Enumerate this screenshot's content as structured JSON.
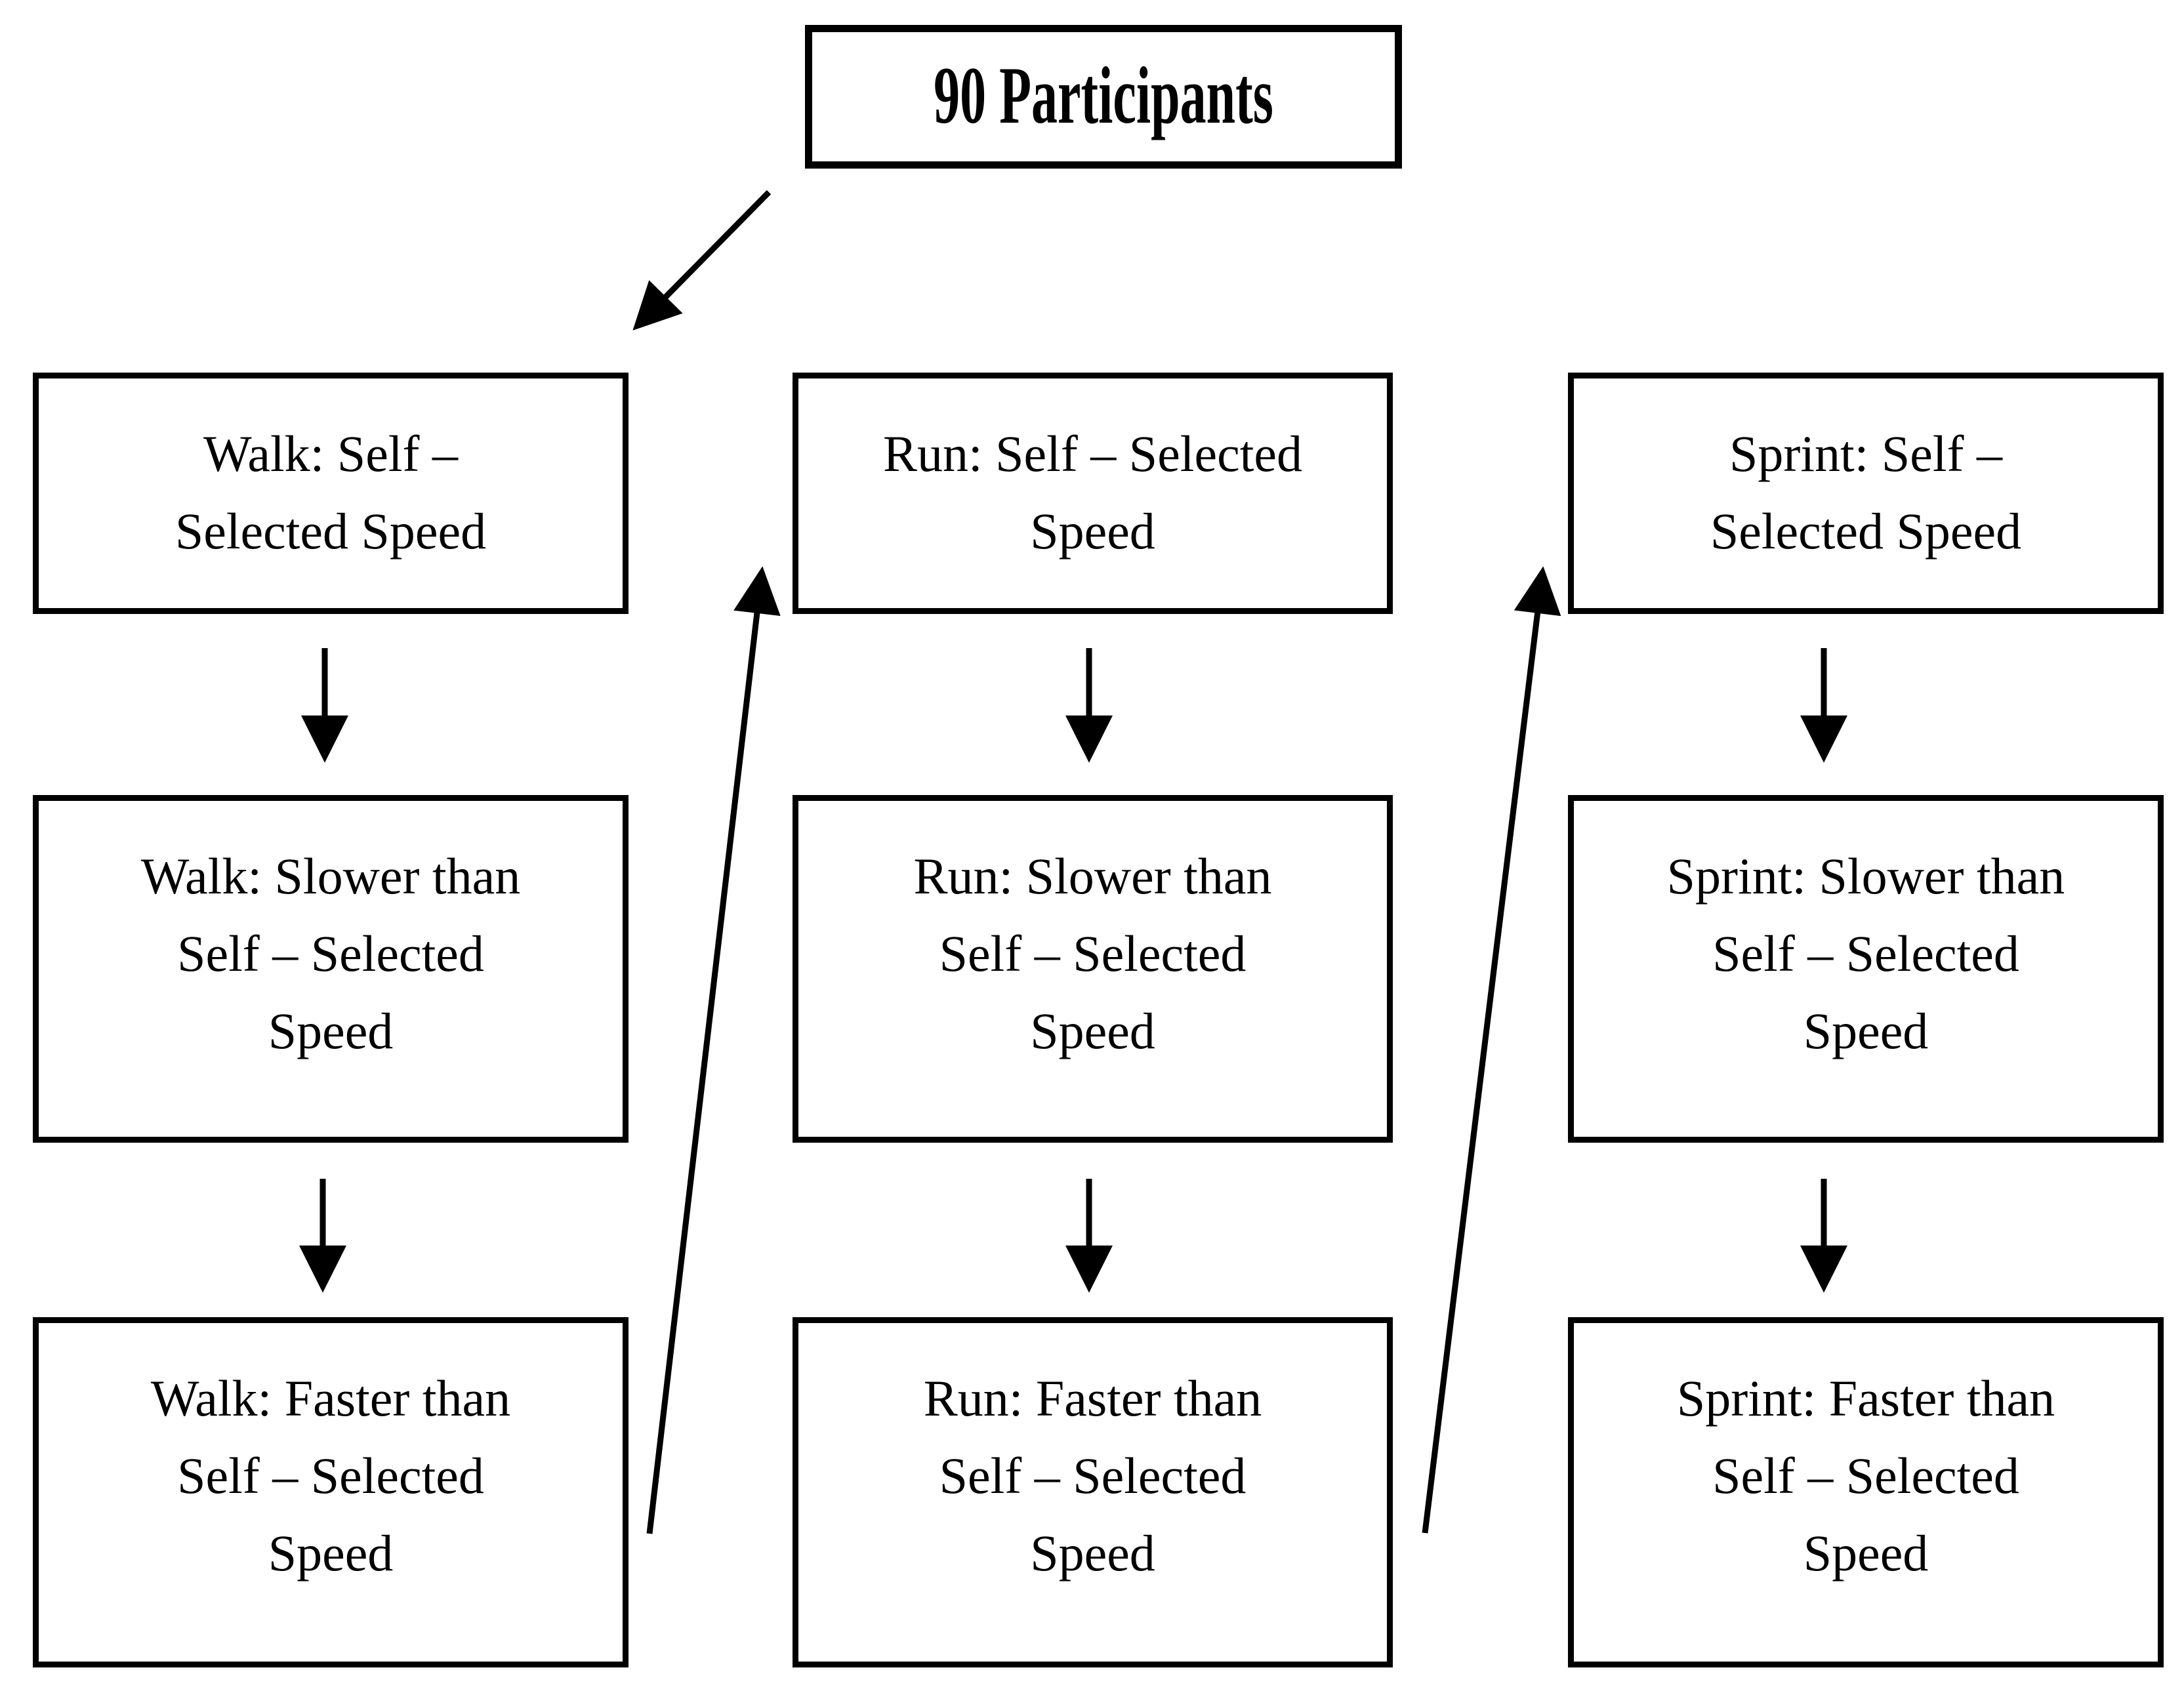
{
  "flowchart": {
    "background_color": "#ffffff",
    "line_color": "#000000",
    "title_box": {
      "label": "90 Participants"
    },
    "columns": [
      {
        "id": "walk",
        "boxes": [
          {
            "id": "walk-self-selected",
            "lines": [
              "Walk: Self –",
              "Selected Speed"
            ]
          },
          {
            "id": "walk-slower",
            "lines": [
              "Walk: Slower than",
              "Self – Selected",
              "Speed"
            ]
          },
          {
            "id": "walk-faster",
            "lines": [
              "Walk: Faster than",
              "Self – Selected",
              "Speed"
            ]
          }
        ]
      },
      {
        "id": "run",
        "boxes": [
          {
            "id": "run-self-selected",
            "lines": [
              "Run: Self – Selected",
              "Speed"
            ]
          },
          {
            "id": "run-slower",
            "lines": [
              "Run: Slower than",
              "Self – Selected",
              "Speed"
            ]
          },
          {
            "id": "run-faster",
            "lines": [
              "Run: Faster than",
              "Self – Selected",
              "Speed"
            ]
          }
        ]
      },
      {
        "id": "sprint",
        "boxes": [
          {
            "id": "sprint-self-selected",
            "lines": [
              "Sprint: Self –",
              "Selected Speed"
            ]
          },
          {
            "id": "sprint-slower",
            "lines": [
              "Sprint: Slower than",
              "Self – Selected",
              "Speed"
            ]
          },
          {
            "id": "sprint-faster",
            "lines": [
              "Sprint: Faster than",
              "Self – Selected",
              "Speed"
            ]
          }
        ]
      }
    ],
    "edges": [
      {
        "from": "participants",
        "to": "walk-self-selected"
      },
      {
        "from": "walk-self-selected",
        "to": "walk-slower"
      },
      {
        "from": "walk-slower",
        "to": "walk-faster"
      },
      {
        "from": "walk-faster",
        "to": "run-self-selected"
      },
      {
        "from": "run-self-selected",
        "to": "run-slower"
      },
      {
        "from": "run-slower",
        "to": "run-faster"
      },
      {
        "from": "run-faster",
        "to": "sprint-self-selected"
      },
      {
        "from": "sprint-self-selected",
        "to": "sprint-slower"
      },
      {
        "from": "sprint-slower",
        "to": "sprint-faster"
      }
    ]
  }
}
